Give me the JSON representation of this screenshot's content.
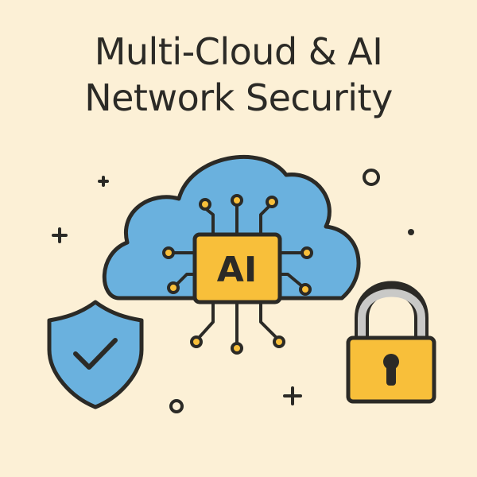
{
  "title": {
    "line1": "Multi-Cloud & AI",
    "line2": "Network Security"
  },
  "chip": {
    "label": "AI"
  },
  "icons": [
    "cloud-icon",
    "ai-chip-icon",
    "shield-check-icon",
    "padlock-icon"
  ],
  "colors": {
    "background": "#fcf0d6",
    "cloud": "#6ab1de",
    "chip": "#f8bf3a",
    "shield": "#6ab1de",
    "lock": "#f8bf3a",
    "lock_shackle": "#c9c9c7",
    "outline": "#2b2a26"
  }
}
